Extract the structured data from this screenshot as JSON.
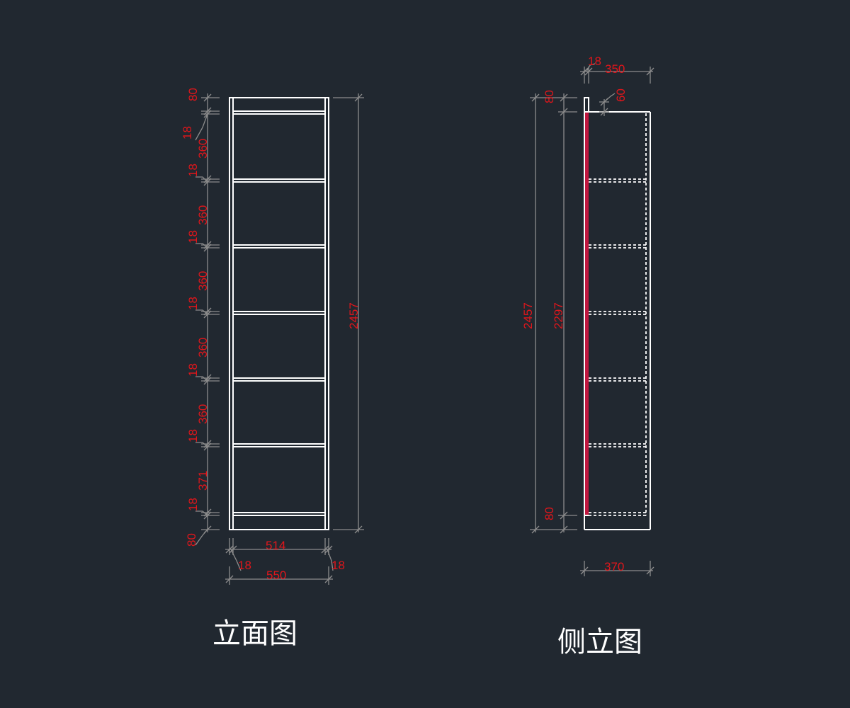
{
  "colors": {
    "background": "#212830",
    "outline": "#ffffff",
    "dimension_text": "#e0161b",
    "dimension_line": "#8c8c8c",
    "back_panel": "#c0173f"
  },
  "front_view": {
    "title": "立面图",
    "vertical_dims": [
      "80",
      "18",
      "360",
      "18",
      "360",
      "18",
      "360",
      "18",
      "360",
      "18",
      "360",
      "18",
      "371",
      "18",
      "80"
    ],
    "total_height": "2457",
    "inner_width": "514",
    "side_left": "18",
    "side_right": "18",
    "total_width": "550"
  },
  "side_view": {
    "title": "侧立图",
    "top_dims": {
      "back_thickness": "18",
      "depth": "350",
      "offset": "60"
    },
    "top_plinth": "80",
    "bottom_plinth": "80",
    "total_height": "2457",
    "inner_height": "2297",
    "total_depth": "370"
  }
}
